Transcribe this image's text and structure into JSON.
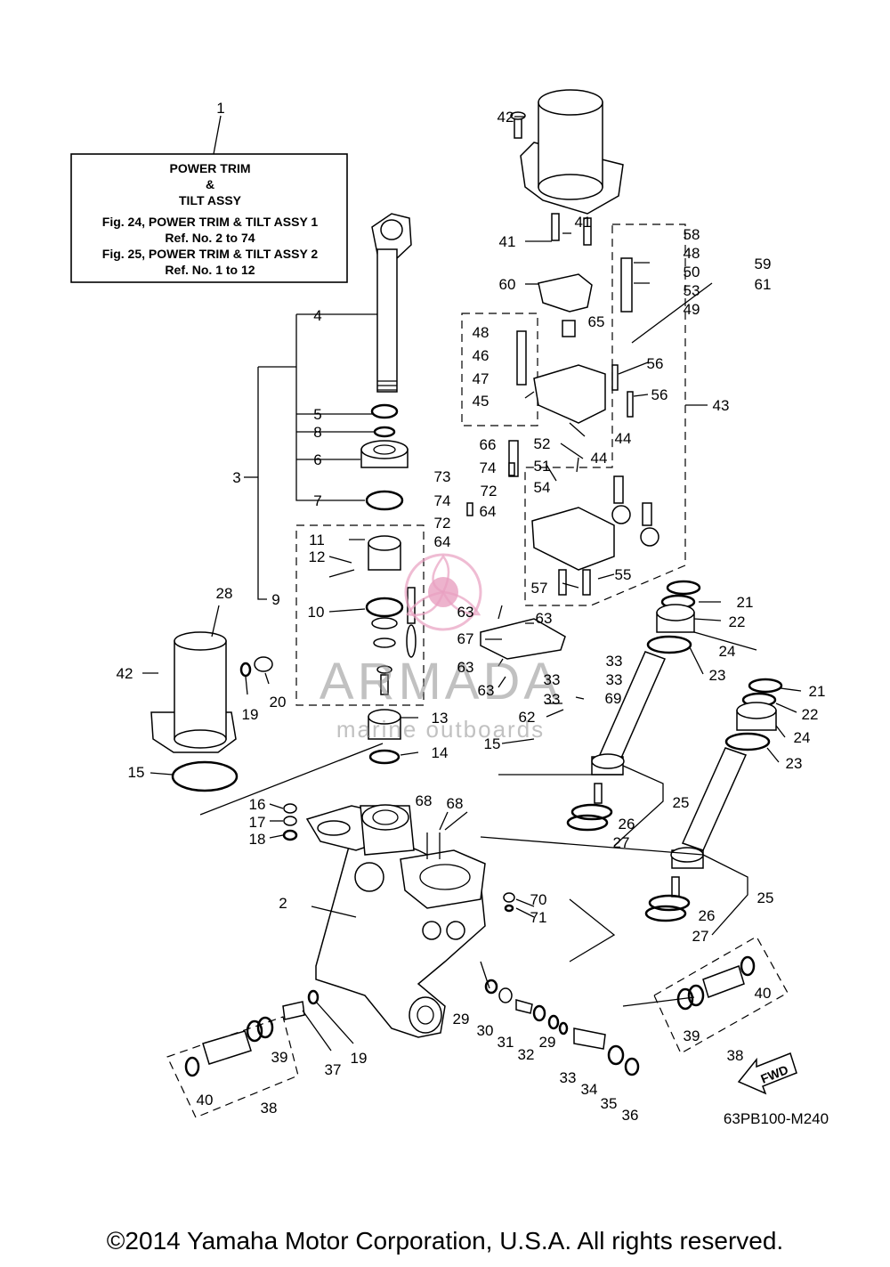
{
  "title_box": {
    "line1": "POWER TRIM",
    "line2": "&",
    "line3": "TILT ASSY",
    "ref1": "Fig. 24, POWER TRIM & TILT ASSY 1",
    "ref1b": "Ref. No. 2 to 74",
    "ref2": "Fig. 25, POWER TRIM & TILT ASSY 2",
    "ref2b": "Ref. No. 1 to 12"
  },
  "watermark": {
    "brand": "ARMADA",
    "tagline": "marine outboards",
    "color": "#e8a0c0"
  },
  "diagram_code": "63PB100-M240",
  "fwd_label": "FWD",
  "copyright": "©2014 Yamaha Motor Corporation, U.S.A. All rights reserved.",
  "callouts": {
    "c1": "1",
    "c2": "2",
    "c3": "3",
    "c4": "4",
    "c5": "5",
    "c6": "6",
    "c7": "7",
    "c8": "8",
    "c9": "9",
    "c10": "10",
    "c11": "11",
    "c12": "12",
    "c13": "13",
    "c14": "14",
    "c15a": "15",
    "c15b": "15",
    "c16": "16",
    "c17": "17",
    "c18": "18",
    "c19a": "19",
    "c19b": "19",
    "c20": "20",
    "c21a": "21",
    "c21b": "21",
    "c22a": "22",
    "c22b": "22",
    "c23a": "23",
    "c23b": "23",
    "c24a": "24",
    "c24b": "24",
    "c25a": "25",
    "c25b": "25",
    "c26a": "26",
    "c26b": "26",
    "c27a": "27",
    "c27b": "27",
    "c28": "28",
    "c29a": "29",
    "c29b": "29",
    "c30": "30",
    "c31": "31",
    "c32": "32",
    "c33a": "33",
    "c33b": "33",
    "c33c": "33",
    "c33d": "33",
    "c33e": "33",
    "c33f": "33",
    "c34": "34",
    "c35": "35",
    "c36": "36",
    "c37": "37",
    "c38a": "38",
    "c38b": "38",
    "c39a": "39",
    "c39b": "39",
    "c40a": "40",
    "c40b": "40",
    "c41a": "41",
    "c41b": "41",
    "c42a": "42",
    "c42b": "42",
    "c43": "43",
    "c44a": "44",
    "c44b": "44",
    "c45": "45",
    "c46": "46",
    "c47": "47",
    "c48a": "48",
    "c48b": "48",
    "c49": "49",
    "c50": "50",
    "c51": "51",
    "c52": "52",
    "c53": "53",
    "c54": "54",
    "c55": "55",
    "c56a": "56",
    "c56b": "56",
    "c57": "57",
    "c58": "58",
    "c59": "59",
    "c60": "60",
    "c61": "61",
    "c62": "62",
    "c63a": "63",
    "c63b": "63",
    "c63c": "63",
    "c63d": "63",
    "c64a": "64",
    "c64b": "64",
    "c65": "65",
    "c66": "66",
    "c67": "67",
    "c68a": "68",
    "c68b": "68",
    "c69": "69",
    "c70": "70",
    "c71": "71",
    "c72a": "72",
    "c72b": "72",
    "c73": "73",
    "c74a": "74",
    "c74b": "74"
  }
}
